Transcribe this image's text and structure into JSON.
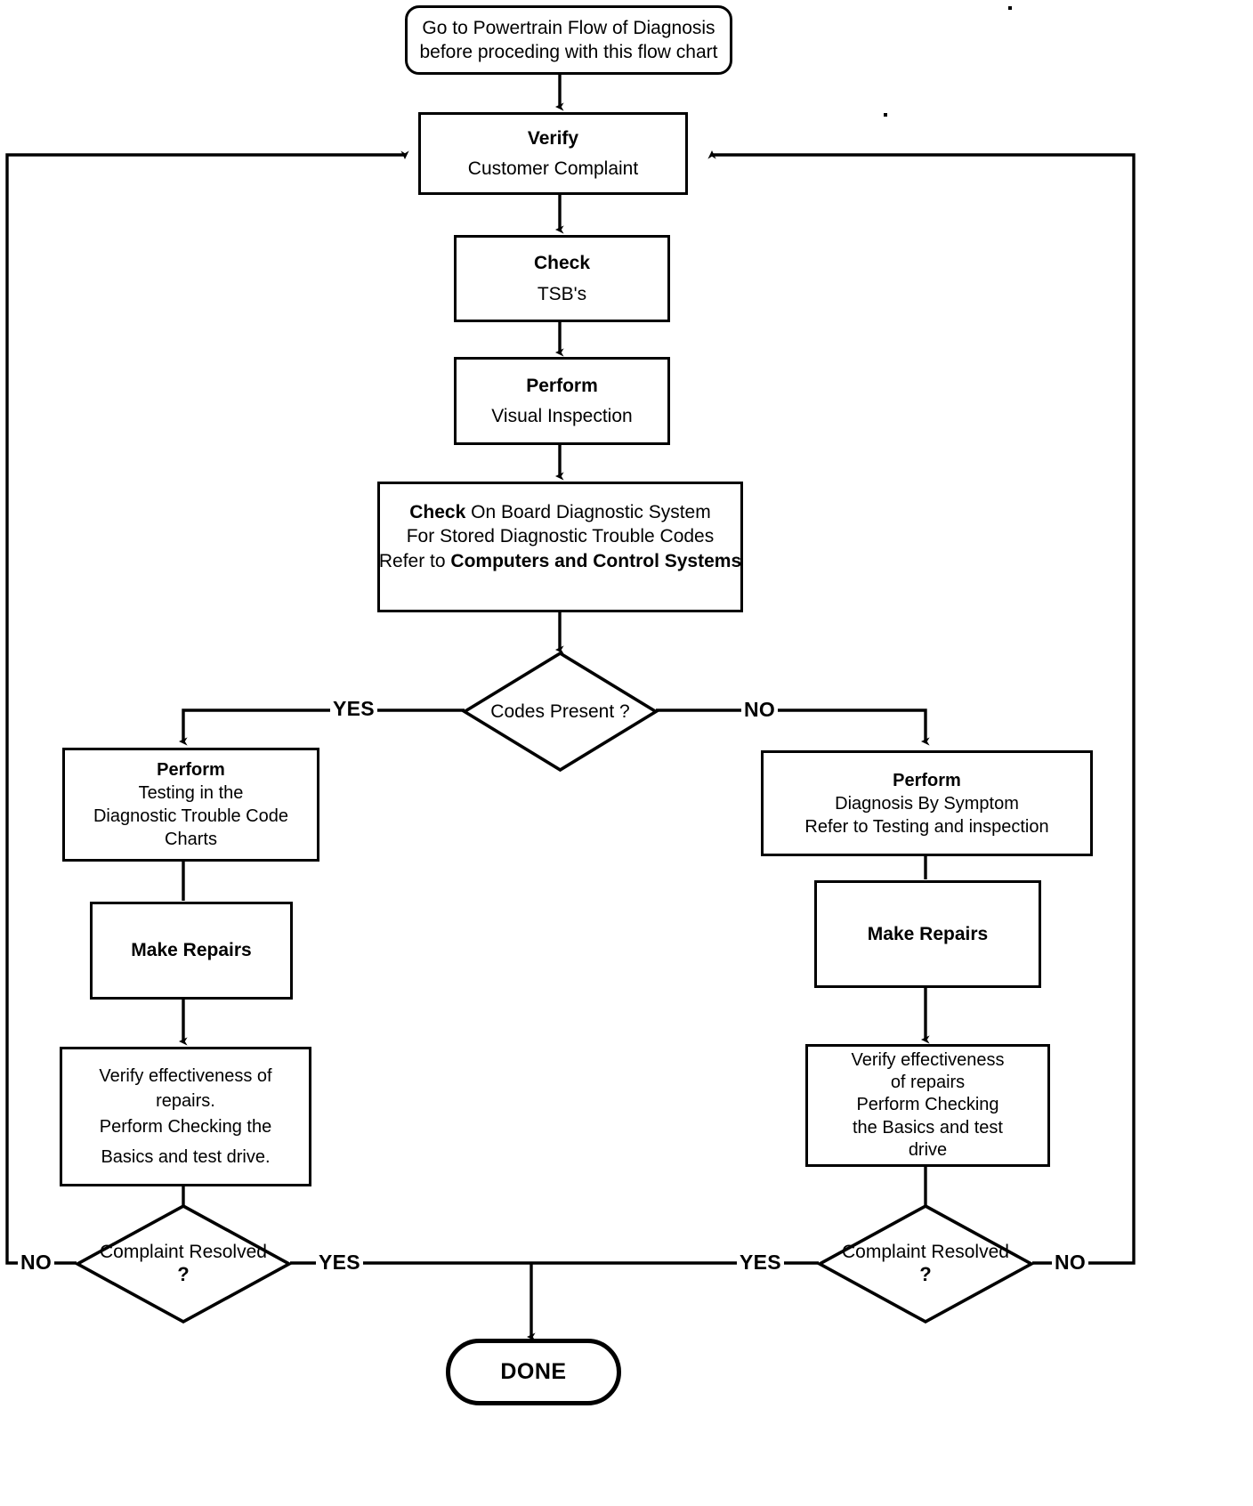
{
  "diagram": {
    "title": "Powertrain Diagnosis Flow Chart",
    "nodes": {
      "start_note": {
        "line1": "Go to Powertrain Flow of Diagnosis",
        "line2": "before proceding with this flow chart"
      },
      "verify_complaint": {
        "line1": "Verify",
        "line2": "Customer Complaint"
      },
      "check_tsb": {
        "line1": "Check",
        "line2": "TSB's"
      },
      "visual_inspection": {
        "line1": "Perform",
        "line2": "Visual Inspection"
      },
      "check_obd": {
        "line1_bold": "Check",
        "line1_rest": " On Board Diagnostic System",
        "line2": "For Stored Diagnostic Trouble Codes",
        "line3_rest": "Refer to ",
        "line3_bold": "Computers and Control Systems"
      },
      "codes_present": {
        "line1": "Codes",
        "line2": "Present ?"
      },
      "perform_dtc_testing": {
        "line1": "Perform",
        "line2": "Testing in the",
        "line3": "Diagnostic Trouble Code",
        "line4": "Charts"
      },
      "make_repairs_left": {
        "line1": "Make Repairs"
      },
      "verify_repairs_left": {
        "line1": "Verify effectiveness of",
        "line2": "repairs.",
        "line3": "Perform Checking the",
        "line4": "Basics and test drive."
      },
      "complaint_resolved_left": {
        "line1": "Complaint",
        "line2": "Resolved",
        "line3": "?"
      },
      "perform_symptom_diagnosis": {
        "line1": "Perform",
        "line2": "Diagnosis By Symptom",
        "line3": "Refer to Testing and inspection"
      },
      "make_repairs_right": {
        "line1": "Make Repairs"
      },
      "verify_repairs_right": {
        "line1": "Verify effectiveness",
        "line2": "of repairs",
        "line3": "Perform Checking",
        "line4": "the Basics and test",
        "line5": "drive"
      },
      "complaint_resolved_right": {
        "line1": "Complaint",
        "line2": "Resolved",
        "line3": "?"
      },
      "done": {
        "label": "DONE"
      }
    },
    "edge_labels": {
      "codes_yes": "YES",
      "codes_no": "NO",
      "left_resolved_no": "NO",
      "left_resolved_yes": "YES",
      "right_resolved_yes": "YES",
      "right_resolved_no": "NO"
    },
    "colors": {
      "stroke": "#000000",
      "fill": "#ffffff",
      "text": "#000000"
    }
  }
}
